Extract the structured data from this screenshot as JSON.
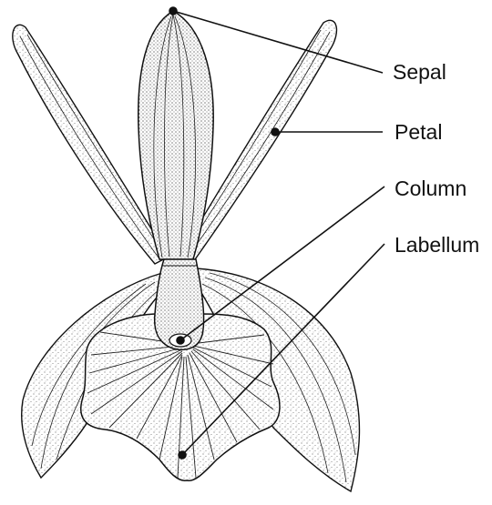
{
  "labels": {
    "sepal": "Sepal",
    "petal": "Petal",
    "column": "Column",
    "labellum": "Labellum"
  },
  "colors": {
    "ink": "#111111",
    "paper": "#ffffff"
  }
}
